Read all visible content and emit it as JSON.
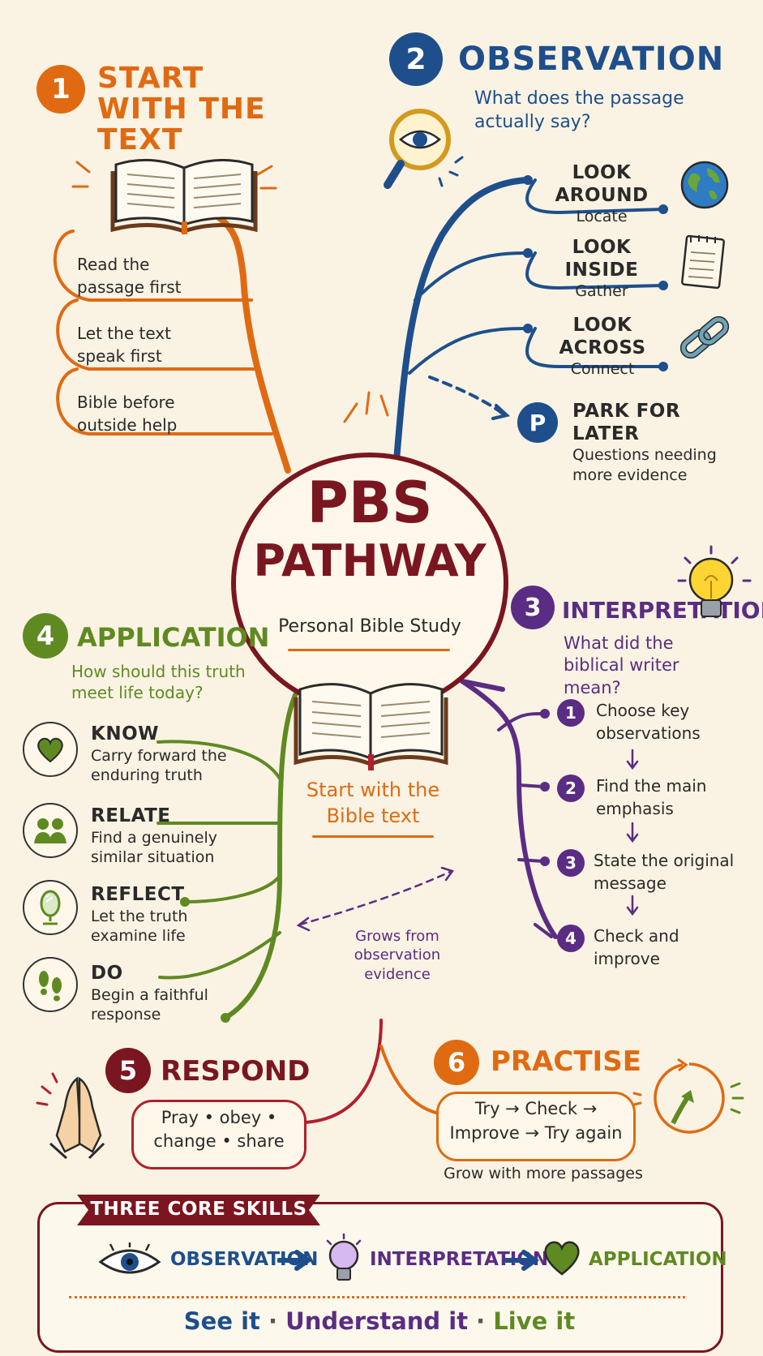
{
  "title": {
    "line1": "PBS",
    "line2": "PATHWAY",
    "subtitle": "Personal Bible Study"
  },
  "center_caption": "Start with the Bible text",
  "section1": {
    "number": "1",
    "heading": "START WITH THE TEXT",
    "items": [
      "Read the passage first",
      "Let the text speak first",
      "Bible before outside help"
    ]
  },
  "section2": {
    "number": "2",
    "heading": "OBSERVATION",
    "question": "What does the passage actually say?",
    "items": [
      {
        "title": "LOOK AROUND",
        "sub": "Locate"
      },
      {
        "title": "LOOK INSIDE",
        "sub": "Gather"
      },
      {
        "title": "LOOK ACROSS",
        "sub": "Connect"
      }
    ],
    "park": {
      "letter": "P",
      "title": "PARK FOR LATER",
      "sub": "Questions needing more evidence"
    }
  },
  "section3": {
    "number": "3",
    "heading": "INTERPRETATION",
    "question": "What did the biblical writer mean?",
    "steps": [
      {
        "n": "1",
        "text": "Choose key observations"
      },
      {
        "n": "2",
        "text": "Find the main emphasis"
      },
      {
        "n": "3",
        "text": "State the original message"
      },
      {
        "n": "4",
        "text": "Check and improve"
      }
    ]
  },
  "section4": {
    "number": "4",
    "heading": "APPLICATION",
    "question": "How should this truth meet life today?",
    "items": [
      {
        "title": "KNOW",
        "sub": "Carry forward the enduring truth"
      },
      {
        "title": "RELATE",
        "sub": "Find a genuinely similar situation"
      },
      {
        "title": "REFLECT",
        "sub": "Let the truth examine life"
      },
      {
        "title": "DO",
        "sub": "Begin a faithful response"
      }
    ]
  },
  "grows_note": "Grows from observation evidence",
  "section5": {
    "number": "5",
    "heading": "RESPOND",
    "line1": "Pray • obey •",
    "line2": "change • share"
  },
  "section6": {
    "number": "6",
    "heading": "PRACTISE",
    "line1": "Try → Check →",
    "line2": "Improve → Try again",
    "caption": "Grow with more passages"
  },
  "core": {
    "banner": "THREE CORE SKILLS",
    "skills": [
      "OBSERVATION",
      "INTERPRETATION",
      "APPLICATION"
    ],
    "tagline": [
      "See it",
      "Understand it",
      "Live it"
    ]
  },
  "colors": {
    "orange": "#e06a12",
    "blue": "#1e4f8c",
    "purple": "#5b2c83",
    "green": "#5f8a22",
    "maroon": "#7a1620",
    "cream": "#faf3e3"
  }
}
